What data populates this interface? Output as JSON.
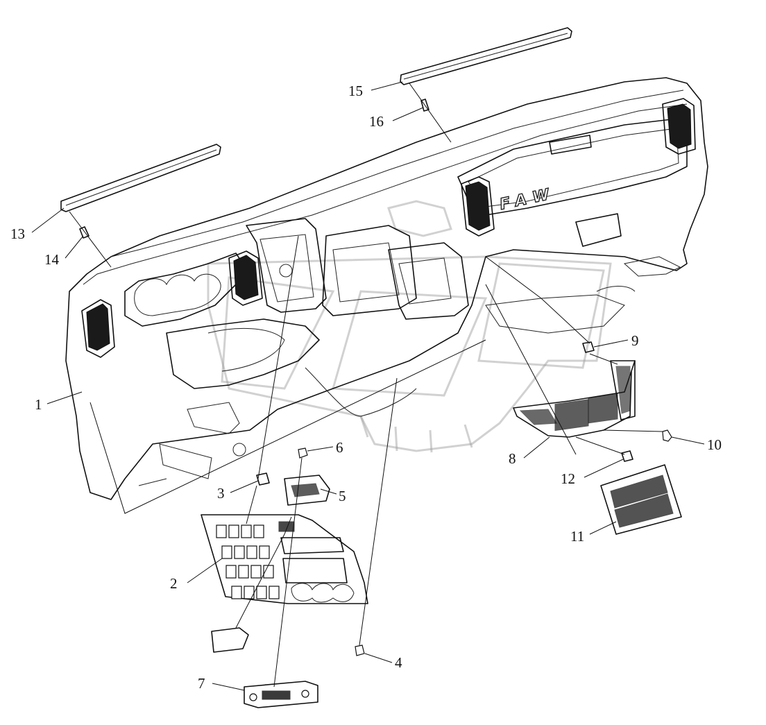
{
  "diagram": {
    "watermark": "FAW",
    "callouts": [
      {
        "id": "1",
        "label": "1"
      },
      {
        "id": "2",
        "label": "2"
      },
      {
        "id": "3",
        "label": "3"
      },
      {
        "id": "4",
        "label": "4"
      },
      {
        "id": "5",
        "label": "5"
      },
      {
        "id": "6",
        "label": "6"
      },
      {
        "id": "7",
        "label": "7"
      },
      {
        "id": "8",
        "label": "8"
      },
      {
        "id": "9",
        "label": "9"
      },
      {
        "id": "10",
        "label": "10"
      },
      {
        "id": "11",
        "label": "11"
      },
      {
        "id": "12",
        "label": "12"
      },
      {
        "id": "13",
        "label": "13"
      },
      {
        "id": "14",
        "label": "14"
      },
      {
        "id": "15",
        "label": "15"
      },
      {
        "id": "16",
        "label": "16"
      }
    ]
  }
}
